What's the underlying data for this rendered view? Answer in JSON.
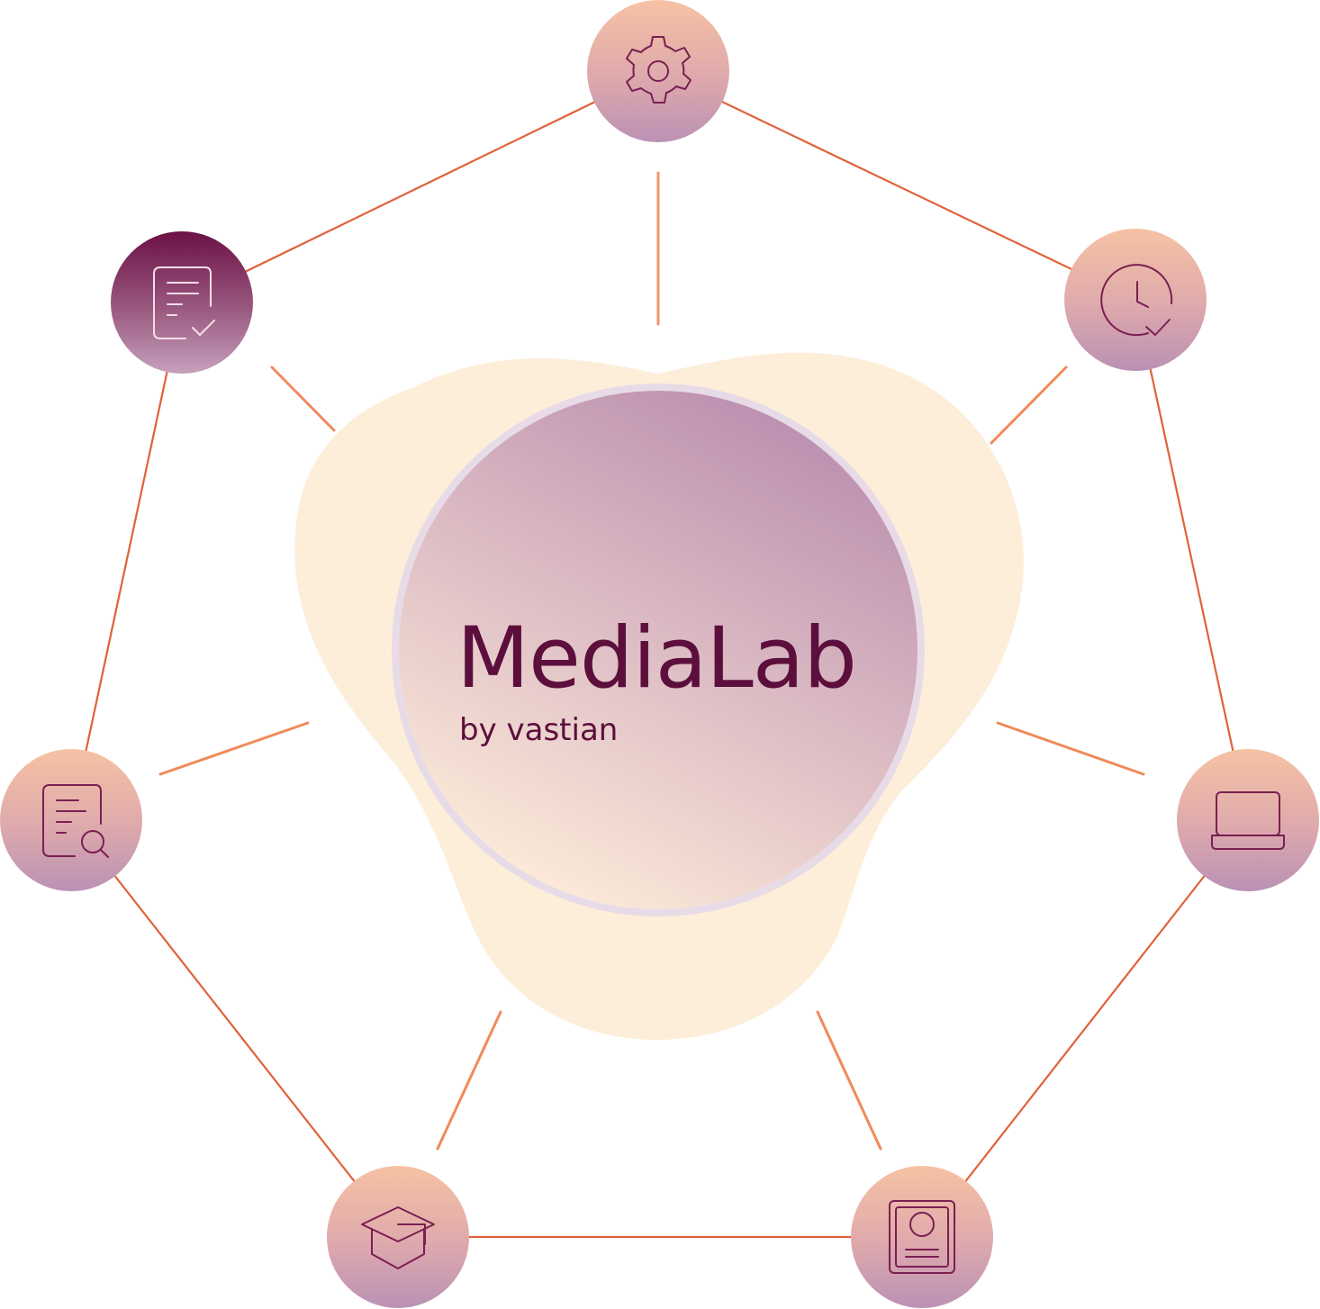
{
  "brand": {
    "name": "MediaLab",
    "tagline": "by vastian"
  },
  "colors": {
    "edge": "#e0623a",
    "spoke": "#f08a5a",
    "blob": "#fdeeda",
    "text": "#5c0f3c",
    "node_top": "#f4c0a4",
    "node_bottom": "#bf94b4",
    "active_top": "#6e1248",
    "active_bottom": "#c49bb8"
  },
  "nodes": [
    {
      "id": "settings",
      "icon": "gear-icon",
      "active": false
    },
    {
      "id": "schedule",
      "icon": "clock-check-icon",
      "active": false
    },
    {
      "id": "device",
      "icon": "laptop-icon",
      "active": false
    },
    {
      "id": "profile",
      "icon": "id-card-icon",
      "active": false
    },
    {
      "id": "education",
      "icon": "graduation-cap-icon",
      "active": false
    },
    {
      "id": "review",
      "icon": "document-search-icon",
      "active": false
    },
    {
      "id": "approval",
      "icon": "document-check-icon",
      "active": true
    }
  ]
}
